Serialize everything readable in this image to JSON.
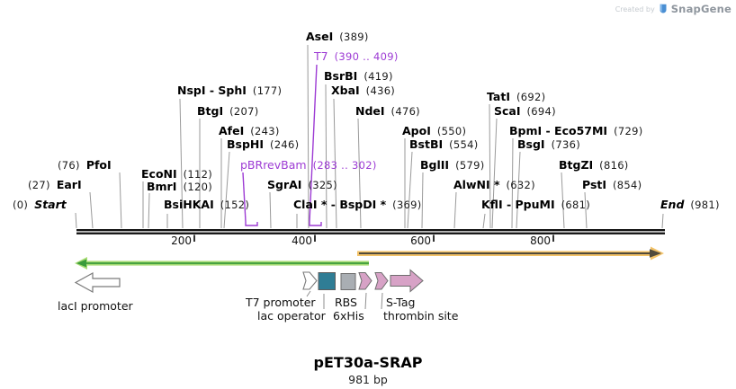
{
  "watermark": {
    "created_by": "Created by",
    "brand": "SnapGene"
  },
  "title": {
    "name": "pET30a-SRAP",
    "length": "981 bp"
  },
  "ruler": {
    "ticks": [
      "200",
      "400",
      "600",
      "800"
    ]
  },
  "sites": [
    {
      "name": "Start",
      "pos": "(0)"
    },
    {
      "name": "EarI",
      "pos": "(27)"
    },
    {
      "name": "PfoI",
      "pos": "(76)"
    },
    {
      "name": "EcoNI",
      "pos": "(112)"
    },
    {
      "name": "BmrI",
      "pos": "(120)"
    },
    {
      "name": "BsiHKAI",
      "pos": "(152)"
    },
    {
      "name": "NspI - SphI",
      "pos": "(177)"
    },
    {
      "name": "BtgI",
      "pos": "(207)"
    },
    {
      "name": "AfeI",
      "pos": "(243)"
    },
    {
      "name": "BspHI",
      "pos": "(246)"
    },
    {
      "name": "pBRrevBam",
      "pos": "(283 .. 302)"
    },
    {
      "name": "SgrAI",
      "pos": "(325)"
    },
    {
      "name": "ClaI * - BspDI *",
      "pos": "(369)"
    },
    {
      "name": "AseI",
      "pos": "(389)"
    },
    {
      "name": "T7",
      "pos": "(390 .. 409)"
    },
    {
      "name": "BsrBI",
      "pos": "(419)"
    },
    {
      "name": "XbaI",
      "pos": "(436)"
    },
    {
      "name": "NdeI",
      "pos": "(476)"
    },
    {
      "name": "ApoI",
      "pos": "(550)"
    },
    {
      "name": "BstBI",
      "pos": "(554)"
    },
    {
      "name": "BglII",
      "pos": "(579)"
    },
    {
      "name": "AlwNI *",
      "pos": "(632)"
    },
    {
      "name": "KflI - PpuMI",
      "pos": "(681)"
    },
    {
      "name": "TatI",
      "pos": "(692)"
    },
    {
      "name": "ScaI",
      "pos": "(694)"
    },
    {
      "name": "BpmI - Eco57MI",
      "pos": "(729)"
    },
    {
      "name": "BsgI",
      "pos": "(736)"
    },
    {
      "name": "BtgZI",
      "pos": "(816)"
    },
    {
      "name": "PstI",
      "pos": "(854)"
    },
    {
      "name": "End",
      "pos": "(981)"
    }
  ],
  "features": {
    "lacI_promoter": "lacI promoter",
    "t7_promoter": "T7 promoter",
    "lac_operator": "lac operator",
    "rbs": "RBS",
    "his6": "6xHis",
    "s_tag": "S-Tag",
    "thrombin_site": "thrombin site"
  },
  "colors": {
    "purple_feature": "#9d3bd4",
    "green_arrow": "#3a9b3b",
    "green_arrow_outline": "#a8dc74",
    "orange_arrow_outline": "#f2c268",
    "orange_arrow_core": "#504a3c",
    "lac_operator_teal": "#2f7d95",
    "rbs_gray": "#a9aeb3",
    "tag_pink": "#d7a2c6",
    "snapgene_blue": "#4a8fd3"
  }
}
